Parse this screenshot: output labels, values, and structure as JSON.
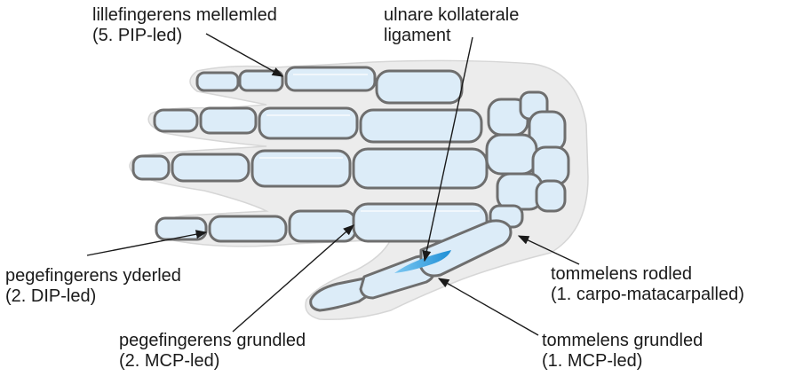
{
  "labels": {
    "pip5": {
      "line1": "lillefingerens mellemled",
      "line2": "(5. PIP-led)"
    },
    "ulnar": {
      "line1": "ulnare kollaterale",
      "line2": "ligament"
    },
    "dip2": {
      "line1": "pegefingerens yderled",
      "line2": "(2. DIP-led)"
    },
    "mcp2": {
      "line1": "pegefingerens grundled",
      "line2": "(2. MCP-led)"
    },
    "cmc1": {
      "line1": "tommelens rodled",
      "line2": "(1. carpo-matacarpalled)"
    },
    "mcp1": {
      "line1": "tommelens grundled",
      "line2": "(1. MCP-led)"
    }
  },
  "colors": {
    "bone_fill": "#dcecf8",
    "bone_outline": "#6e6e6e",
    "skin": "#ececec",
    "ligament": "#1e8fd6",
    "leader_line": "#1a1a1a"
  }
}
